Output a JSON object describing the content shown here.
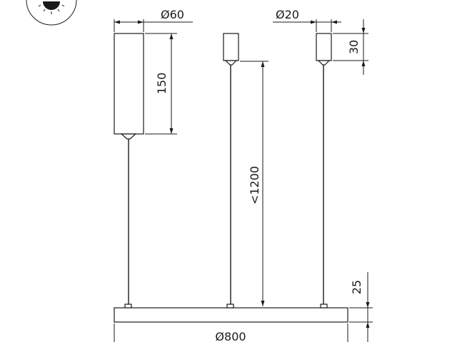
{
  "dimensions": {
    "canopy_large_diameter": "Ø60",
    "canopy_small_diameter": "Ø20",
    "canopy_large_height": "150",
    "canopy_small_height": "30",
    "cable_length": "<1200",
    "ring_height": "25",
    "ring_diameter": "Ø800"
  },
  "icons": {
    "light_direction": "sun-down-icon"
  },
  "colors": {
    "line": "#1a1a1a",
    "background": "#ffffff"
  }
}
